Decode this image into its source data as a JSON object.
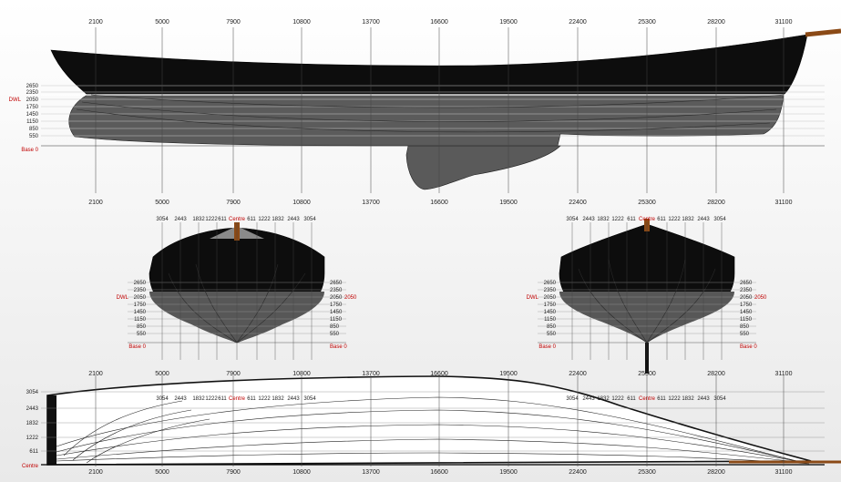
{
  "stations": [
    "2100",
    "5000",
    "7900",
    "10800",
    "13700",
    "16600",
    "19500",
    "22400",
    "25300",
    "28200",
    "31100"
  ],
  "profile": {
    "waterlines": [
      "2650",
      "2350",
      "2050",
      "1750",
      "1450",
      "1150",
      "850",
      "550"
    ],
    "dwl_label": "DWL",
    "base_label": "Base 0"
  },
  "body_plan": {
    "buttocks_left": [
      "3054",
      "2443",
      "1832",
      "1222",
      "611"
    ],
    "buttocks_right": [
      "611",
      "1222",
      "1832",
      "2443",
      "3054"
    ],
    "centre_label": "Centre",
    "waterlines": [
      "2650",
      "2350",
      "2050",
      "1750",
      "1450",
      "1150",
      "850",
      "550"
    ],
    "dwl_label": "DWL",
    "base_label": "Base 0"
  },
  "half_breadth": {
    "lines": [
      "3054",
      "2443",
      "1832",
      "1222",
      "611"
    ],
    "centre_label": "Centre"
  },
  "colors": {
    "hull": "#0d0d0d",
    "underwater": "#555555",
    "keel": "#5c5c5c",
    "datum_red": "#c00000",
    "spar": "#8b4a16"
  }
}
